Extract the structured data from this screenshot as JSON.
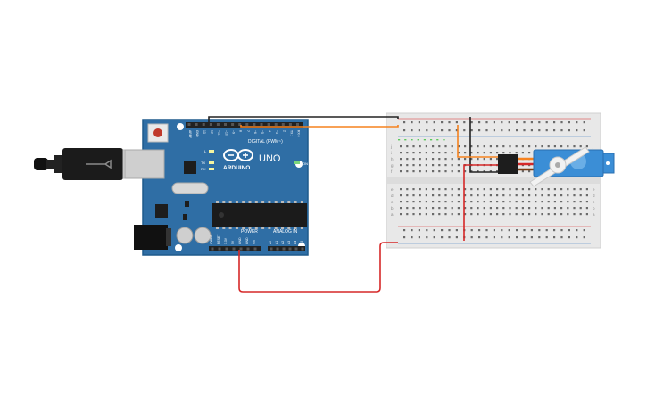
{
  "arduino": {
    "brand_text": "ARDUINO",
    "model_text": "UNO",
    "digital_label": "DIGITAL (PWM~)",
    "power_label": "POWER",
    "analog_label": "ANALOG IN",
    "on_label": "ON",
    "l_label": "L",
    "tx_label": "TX",
    "rx_label": "RX",
    "digital_pin_labels": [
      "AREF",
      "GND",
      "13",
      "12",
      "~11",
      "~10",
      "~9",
      "8",
      "7",
      "~6",
      "~5",
      "4",
      "~3",
      "2",
      "TX 1",
      "RX 0"
    ],
    "power_pin_labels": [
      "IOREF",
      "RESET",
      "3.3V",
      "5V",
      "GND",
      "GND",
      "Vin"
    ],
    "analog_pin_labels": [
      "A0",
      "A1",
      "A2",
      "A3",
      "A4",
      "A5"
    ]
  },
  "breadboard": {
    "row_letters_top": [
      "j",
      "i",
      "h",
      "g",
      "f"
    ],
    "row_letters_bottom": [
      "e",
      "d",
      "c",
      "b",
      "a"
    ],
    "column_count": 30
  },
  "wires": {
    "signal_color": "#f5821f",
    "ground_color": "#222222",
    "power_color": "#d62828",
    "servo_brown_color": "#7a3b12"
  },
  "colors": {
    "board_blue": "#2f6ea5",
    "board_edge": "#1f5a8c",
    "breadboard_body": "#e8e8e8",
    "servo_blue": "#3b8ed6"
  }
}
